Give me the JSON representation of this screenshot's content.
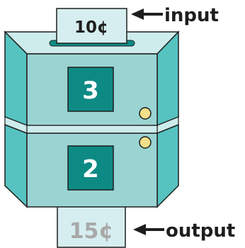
{
  "input_card": {
    "label": "10¢"
  },
  "output_card": {
    "label": "15¢"
  },
  "input_arrow": {
    "label": "input"
  },
  "output_arrow": {
    "label": "output"
  },
  "upper_panel": {
    "number": "3"
  },
  "lower_panel": {
    "number": "2"
  },
  "colors": {
    "box_front": "#9ad4d2",
    "box_side": "#56c3c1",
    "box_top": "#cdeceb",
    "panel": "#0e8a84",
    "knob": "#f5e08a",
    "card": "#d6eef0",
    "card_output_text": "#a9a9a9",
    "outline": "#1e1e1e"
  }
}
